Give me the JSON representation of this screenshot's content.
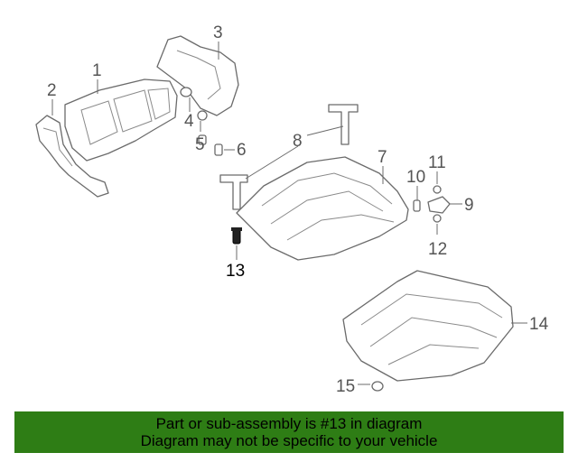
{
  "callouts": {
    "c1": "1",
    "c2": "2",
    "c3": "3",
    "c4": "4",
    "c5": "5",
    "c6": "6",
    "c7": "7",
    "c8": "8",
    "c9": "9",
    "c10": "10",
    "c11": "11",
    "c12": "12",
    "c13": "13",
    "c14": "14",
    "c15": "15"
  },
  "highlighted_part": "13",
  "footer": {
    "line1": "Part or sub-assembly is #13 in diagram",
    "line2": "Diagram may not be specific to your vehicle"
  },
  "colors": {
    "footer_bg": "#2e7d15",
    "line_art": "#6b6b6b"
  }
}
